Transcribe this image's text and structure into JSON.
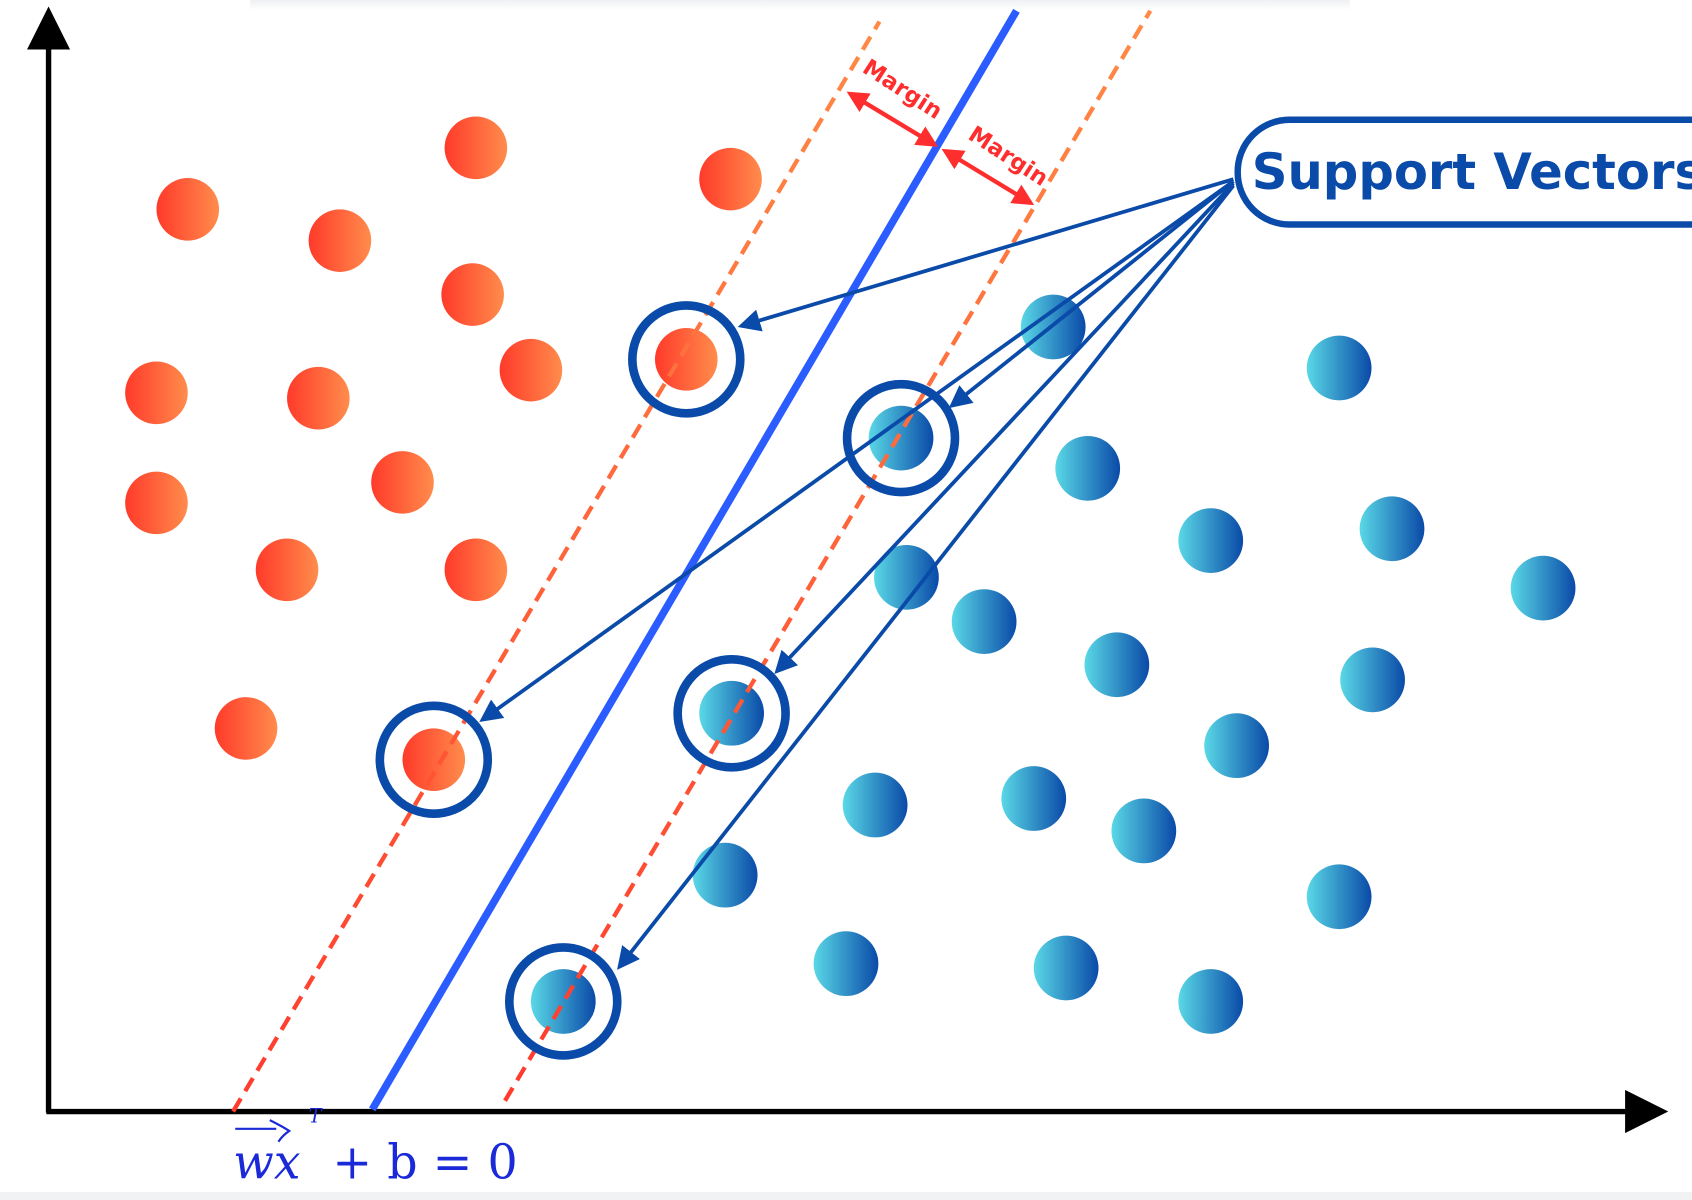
{
  "title_label": "Support Vectors",
  "margin_labels": [
    "Margin",
    "Margin"
  ],
  "formula": {
    "main": "wx",
    "superscript": "T",
    "rest": "+ b = 0"
  },
  "colors": {
    "axis": "#000000",
    "hyperplane": "#2a5cff",
    "margin_left": "#ff3b2e",
    "margin_right": "#ff8a45",
    "support_vector_ring": "#0a4aa8",
    "label": "#0a4aa8",
    "margin_arrow": "#ff2e2e",
    "formula": "#1a2ad8",
    "class_a_gradient": [
      "#ff3a2a",
      "#ff8c4c"
    ],
    "class_b_gradient": [
      "#5ad8e6",
      "#0a4aa8"
    ]
  },
  "classes": [
    {
      "name": "class-a",
      "points": [
        [
          441,
          137
        ],
        [
          677,
          166
        ],
        [
          174,
          194
        ],
        [
          315,
          223
        ],
        [
          438,
          273
        ],
        [
          492,
          343
        ],
        [
          145,
          364
        ],
        [
          295,
          369
        ],
        [
          373,
          447
        ],
        [
          145,
          466
        ],
        [
          266,
          528
        ],
        [
          441,
          528
        ],
        [
          228,
          675
        ],
        [
          636,
          333
        ],
        [
          402,
          704
        ]
      ]
    },
    {
      "name": "class-b",
      "points": [
        [
          976,
          303
        ],
        [
          1241,
          341
        ],
        [
          835,
          406
        ],
        [
          1008,
          434
        ],
        [
          1122,
          501
        ],
        [
          1290,
          490
        ],
        [
          1430,
          545
        ],
        [
          840,
          535
        ],
        [
          912,
          576
        ],
        [
          1035,
          616
        ],
        [
          1272,
          630
        ],
        [
          678,
          661
        ],
        [
          1146,
          691
        ],
        [
          811,
          746
        ],
        [
          958,
          740
        ],
        [
          1060,
          770
        ],
        [
          672,
          811
        ],
        [
          1241,
          831
        ],
        [
          784,
          893
        ],
        [
          988,
          897
        ],
        [
          1122,
          928
        ],
        [
          522,
          928
        ]
      ]
    }
  ],
  "support_vectors": [
    [
      636,
      333
    ],
    [
      835,
      406
    ],
    [
      678,
      661
    ],
    [
      402,
      704
    ],
    [
      522,
      928
    ]
  ]
}
